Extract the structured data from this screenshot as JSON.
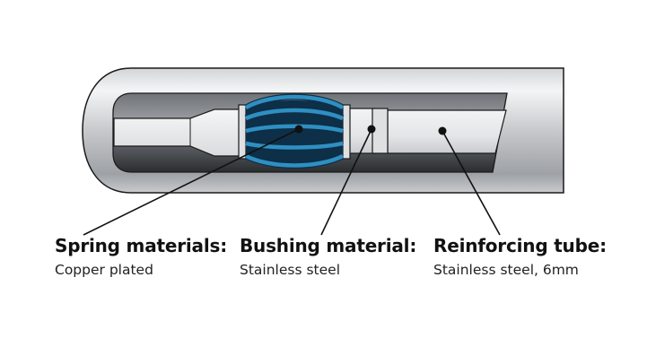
{
  "labels": {
    "spring": {
      "title": "Spring materials:",
      "subtitle": "Copper plated"
    },
    "bushing": {
      "title": "Bushing material:",
      "subtitle": "Stainless steel"
    },
    "tube": {
      "title": "Reinforcing tube:",
      "subtitle": "Stainless steel, 6mm"
    }
  },
  "colors": {
    "spring_blue": "#2f8fc2",
    "spring_dark": "#0d2f48",
    "tube_outer_light": "#f1f2f3",
    "tube_outer_dark": "#9da0a4",
    "cavity_dark": "#2b2e31",
    "steel_light": "#e8e9ea",
    "outline": "#1a1a1a"
  }
}
